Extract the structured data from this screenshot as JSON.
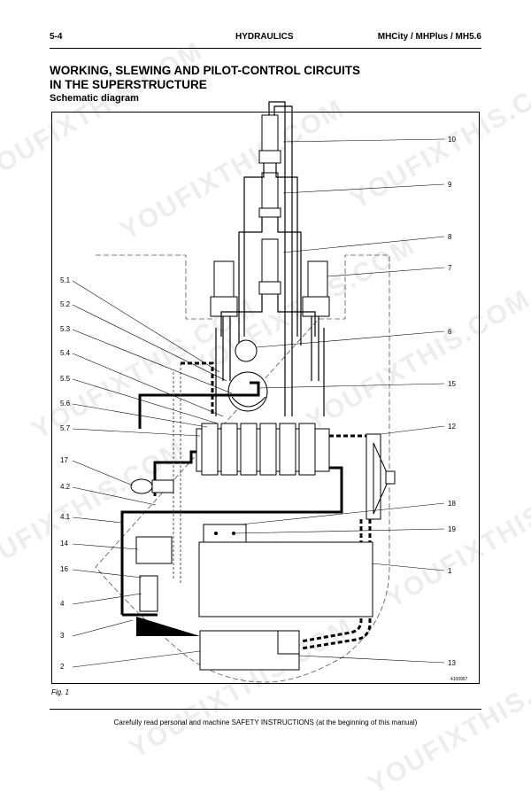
{
  "header": {
    "page_number": "5-4",
    "section": "HYDRAULICS",
    "models": "MHCity / MHPlus / MH5.6"
  },
  "title_line1": "WORKING, SLEWING AND PILOT-CONTROL CIRCUITS",
  "title_line2": "IN THE SUPERSTRUCTURE",
  "subtitle": "Schematic diagram",
  "figure_code": "4100967",
  "figure_caption": "Fig. 1",
  "footer_note": "Carefully read personal and machine SAFETY INSTRUCTIONS (at the beginning of this manual)",
  "watermark": "YOUFIXTHIS.COM",
  "callouts_left": [
    "5.1",
    "5.2",
    "5.3",
    "5.4",
    "5.5",
    "5.6",
    "5.7",
    "17",
    "4.2",
    "4.1",
    "14",
    "16",
    "4",
    "3",
    "2"
  ],
  "callouts_right": [
    "10",
    "9",
    "8",
    "7",
    "6",
    "15",
    "12",
    "18",
    "19",
    "1",
    "13"
  ]
}
